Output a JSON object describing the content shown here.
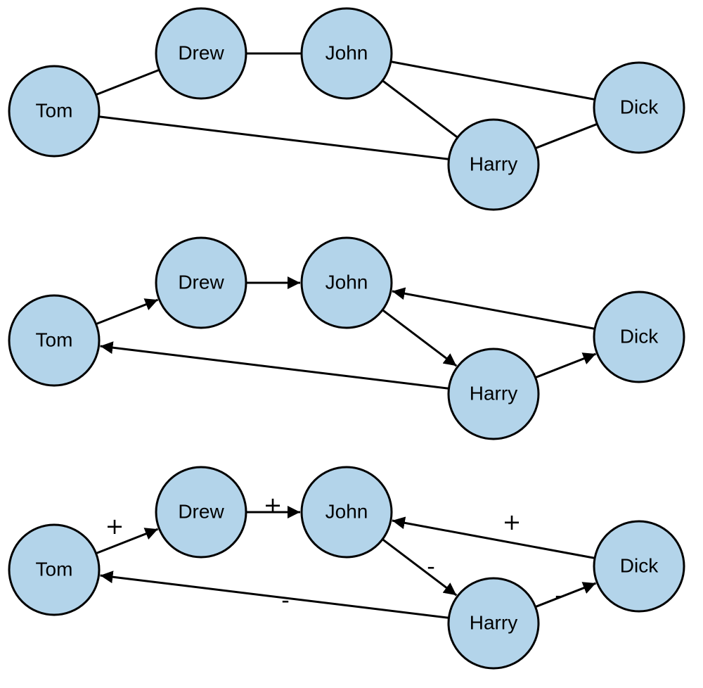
{
  "colors": {
    "node_fill": "#b3d4ea",
    "stroke": "#000000"
  },
  "graphs": [
    {
      "kind": "undirected",
      "nodes": [
        "Tom",
        "Drew",
        "John",
        "Dick",
        "Harry"
      ],
      "edges": [
        {
          "from": "Tom",
          "to": "Drew"
        },
        {
          "from": "Drew",
          "to": "John"
        },
        {
          "from": "John",
          "to": "Dick"
        },
        {
          "from": "John",
          "to": "Harry"
        },
        {
          "from": "Tom",
          "to": "Harry"
        },
        {
          "from": "Harry",
          "to": "Dick"
        }
      ]
    },
    {
      "kind": "directed",
      "nodes": [
        "Tom",
        "Drew",
        "John",
        "Dick",
        "Harry"
      ],
      "edges": [
        {
          "from": "Tom",
          "to": "Drew"
        },
        {
          "from": "Drew",
          "to": "John"
        },
        {
          "from": "Dick",
          "to": "John"
        },
        {
          "from": "John",
          "to": "Harry"
        },
        {
          "from": "Harry",
          "to": "Tom"
        },
        {
          "from": "Harry",
          "to": "Dick"
        }
      ]
    },
    {
      "kind": "signed",
      "nodes": [
        "Tom",
        "Drew",
        "John",
        "Dick",
        "Harry"
      ],
      "edges": [
        {
          "from": "Tom",
          "to": "Drew",
          "sign": "+"
        },
        {
          "from": "Drew",
          "to": "John",
          "sign": "+"
        },
        {
          "from": "Dick",
          "to": "John",
          "sign": "+"
        },
        {
          "from": "John",
          "to": "Harry",
          "sign": "-"
        },
        {
          "from": "Harry",
          "to": "Tom",
          "sign": "-"
        },
        {
          "from": "Harry",
          "to": "Dick",
          "sign": "-"
        }
      ]
    }
  ]
}
